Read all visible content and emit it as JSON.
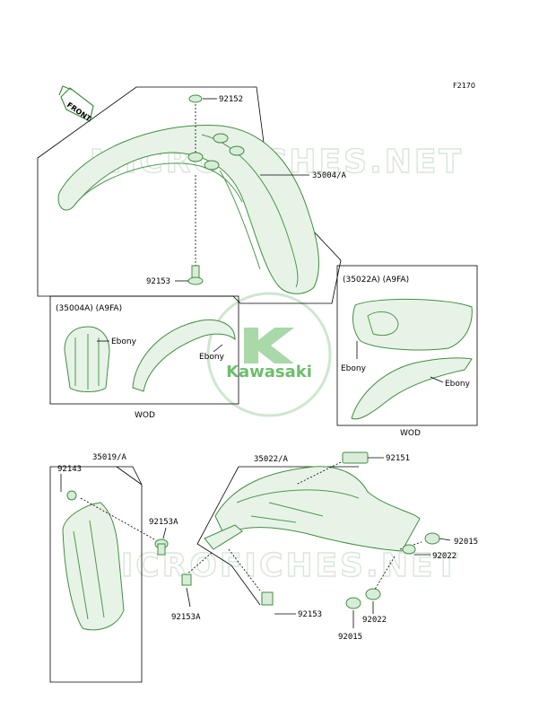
{
  "figure_id": "F2170",
  "front_label": "FRONT",
  "watermark": "MICROFICHES.NET",
  "brand_logo": "Kawasaki",
  "colors": {
    "parts": "#3f8f3f",
    "watermark": "#d8e6d8",
    "logo": "#6dbe6d"
  },
  "callouts": {
    "p92152": "92152",
    "p35004A": "35004/A",
    "p92153": "92153",
    "p35022A": "35022/A",
    "p92151": "92151",
    "p35019A": "35019/A",
    "p92143": "92143",
    "p92153A_1": "92153A",
    "p92153A_2": "92153A",
    "p92153_2": "92153",
    "p92015_1": "92015",
    "p92022_1": "92022",
    "p92022_2": "92022",
    "p92015_2": "92015"
  },
  "inset_left": {
    "header": "(35004A) (A9FA)",
    "label1": "Ebony",
    "label2": "Ebony",
    "footer": "WOD"
  },
  "inset_right": {
    "header": "(35022A) (A9FA)",
    "label1": "Ebony",
    "label2": "Ebony",
    "footer": "WOD"
  }
}
